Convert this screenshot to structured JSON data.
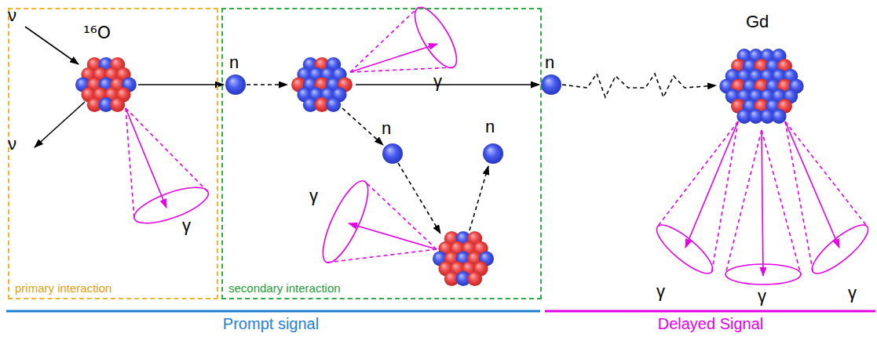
{
  "diagram": {
    "nodes": [
      {
        "text": [
          "primary interaction"
        ]
      },
      {
        "text": [
          "secondary interaction"
        ]
      }
    ],
    "labels": [
      "ν",
      "ν",
      "¹⁶O",
      "γ",
      "n",
      "γ",
      "n",
      "n",
      "γ",
      "n",
      "Gd",
      "γ",
      "γ",
      "γ",
      "Prompt signal",
      "Delayed Signal"
    ]
  }
}
